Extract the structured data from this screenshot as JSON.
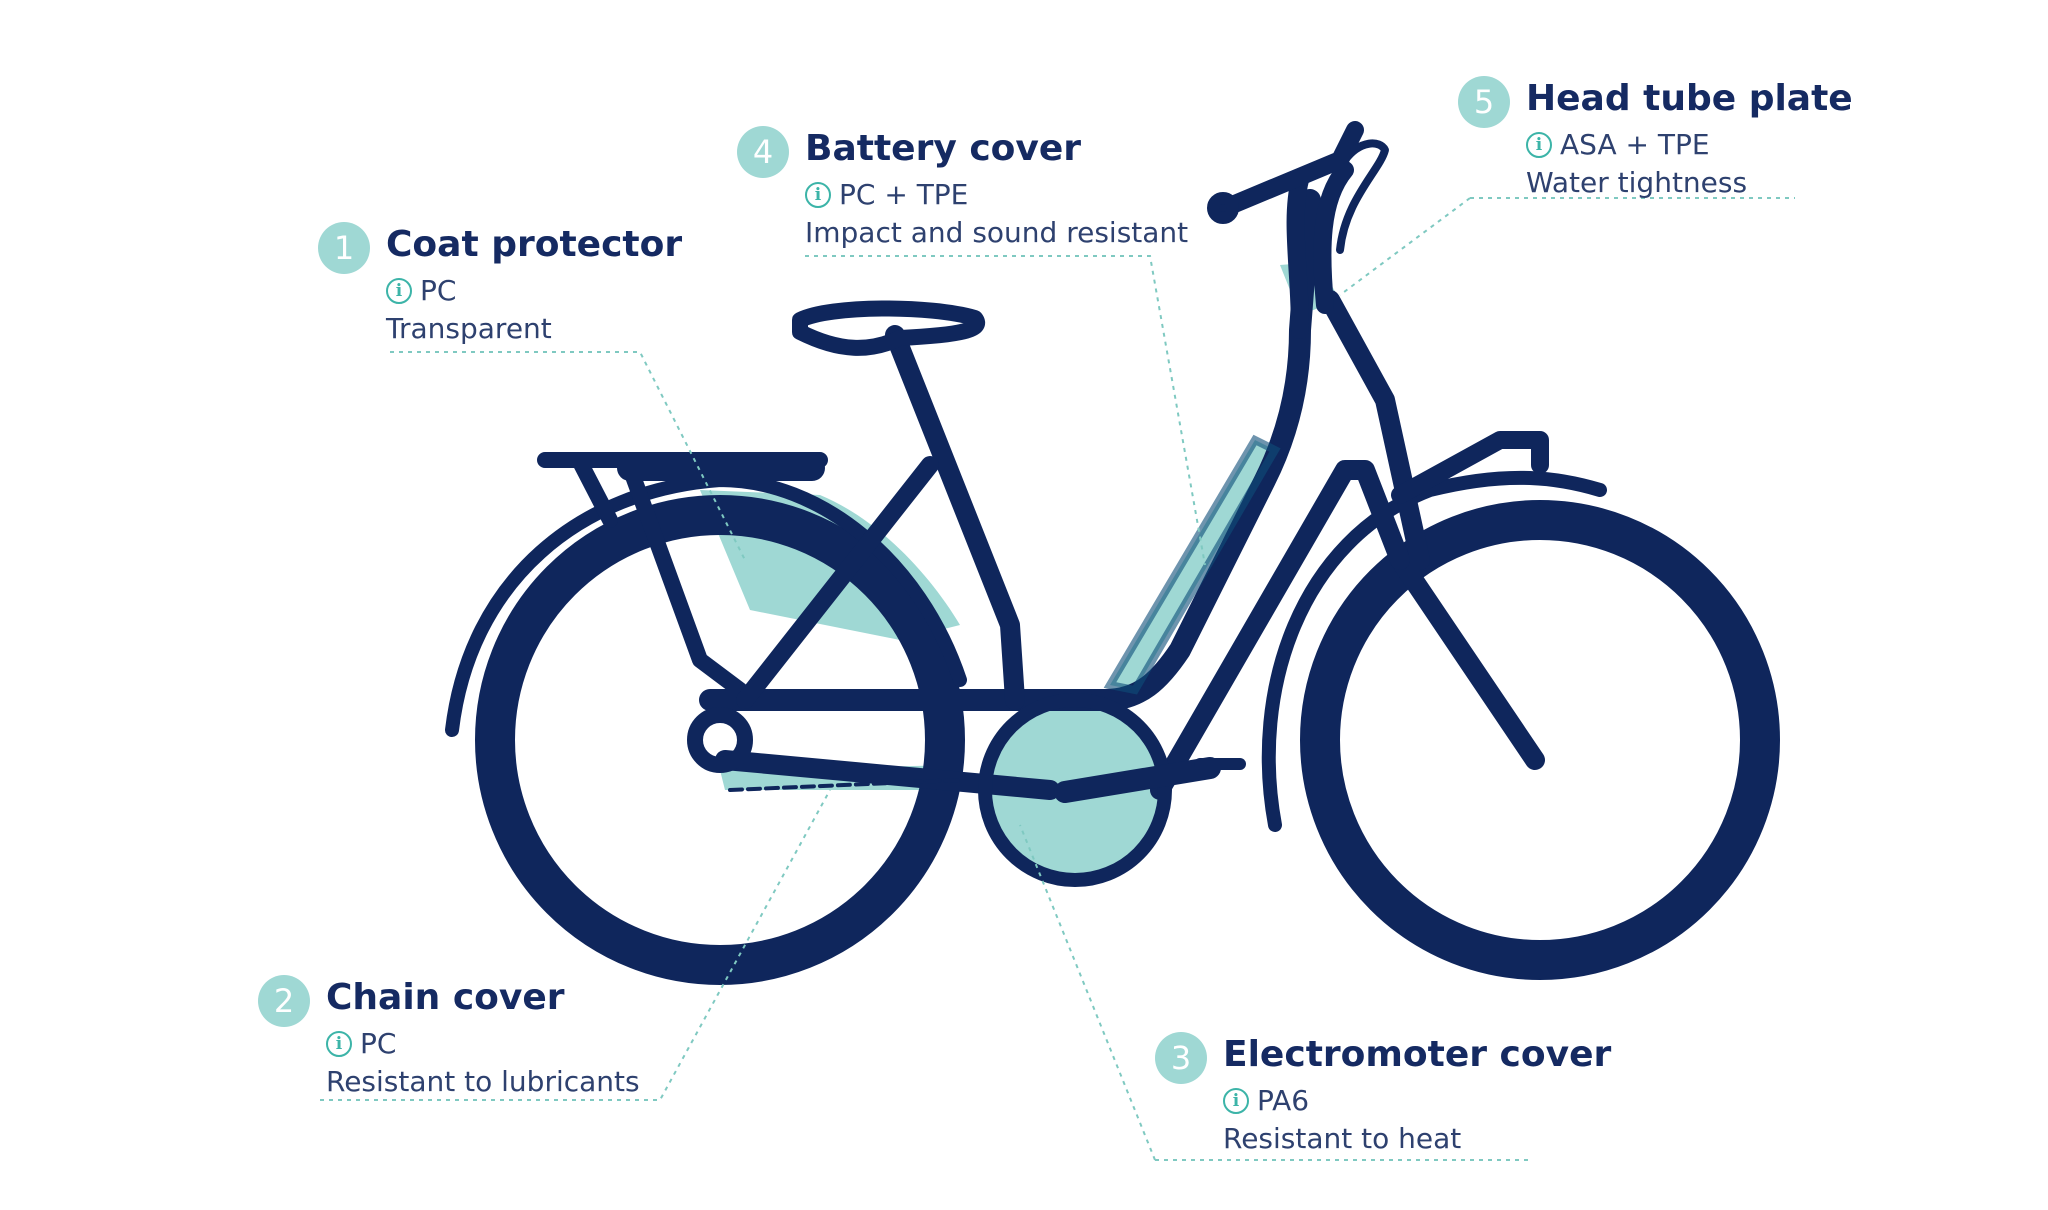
{
  "colors": {
    "frame": "#0f265c",
    "accent": "#9fd8d4",
    "accent_dark": "#0e4d78",
    "leader": "#7fc9c1",
    "number_text": "#ffffff"
  },
  "callouts": [
    {
      "number": "1",
      "title": "Coat protector",
      "material": "PC",
      "property": "Transparent"
    },
    {
      "number": "2",
      "title": "Chain cover",
      "material": "PC",
      "property": "Resistant to lubricants"
    },
    {
      "number": "3",
      "title": "Electromoter cover",
      "material": "PA6",
      "property": "Resistant to heat"
    },
    {
      "number": "4",
      "title": "Battery cover",
      "material": "PC + TPE",
      "property": "Impact and sound resistant"
    },
    {
      "number": "5",
      "title": "Head tube plate",
      "material": "ASA + TPE",
      "property": "Water tightness"
    }
  ],
  "icons": {
    "info": "info-circle-icon"
  },
  "info_glyph": "i"
}
